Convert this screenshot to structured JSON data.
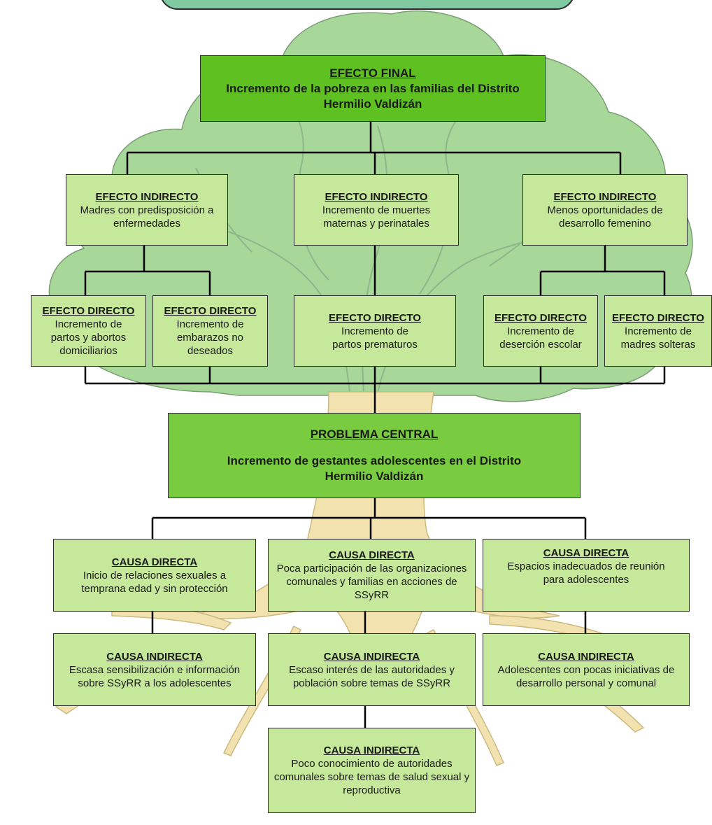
{
  "colors": {
    "box_fill": "#c6e89a",
    "final_fill": "#5fc022",
    "central_fill": "#79cc3f",
    "title_bubble_fill": "#7fcaa0",
    "canopy_fill": "#a8d79a",
    "trunk_fill": "#f2e2b0",
    "line": "#000000"
  },
  "final_effect": {
    "heading": "EFECTO FINAL",
    "text": "Incremento de la pobreza en las familias del Distrito Hermilio Valdizán"
  },
  "indirect_effects": [
    {
      "heading": "EFECTO INDIRECTO",
      "text": "Madres con predisposición a enfermedades"
    },
    {
      "heading": "EFECTO INDIRECTO",
      "text": "Incremento de muertes maternas y perinatales"
    },
    {
      "heading": "EFECTO INDIRECTO",
      "text": "Menos oportunidades de desarrollo femenino"
    }
  ],
  "direct_effects": [
    {
      "heading": "EFECTO DIRECTO",
      "text": "Incremento de partos y abortos domiciliarios"
    },
    {
      "heading": "EFECTO DIRECTO",
      "text": "Incremento de embarazos no deseados"
    },
    {
      "heading": "EFECTO DIRECTO",
      "text": "Incremento de partos prematuros"
    },
    {
      "heading": "EFECTO DIRECTO",
      "text": "Incremento de deserción escolar"
    },
    {
      "heading": "EFECTO DIRECTO",
      "text": "Incremento de madres solteras"
    }
  ],
  "central_problem": {
    "heading": "PROBLEMA CENTRAL",
    "text": "Incremento de gestantes adolescentes en el Distrito Hermilio Valdizán"
  },
  "direct_causes": [
    {
      "heading": "CAUSA DIRECTA",
      "text": "Inicio de relaciones sexuales a temprana edad y sin protección"
    },
    {
      "heading": "CAUSA DIRECTA",
      "text": "Poca participación de las organizaciones comunales y familias en acciones de SSyRR"
    },
    {
      "heading": "CAUSA DIRECTA",
      "text": "Espacios inadecuados de reunión para adolescentes"
    }
  ],
  "indirect_causes": [
    {
      "heading": "CAUSA INDIRECTA",
      "text": "Escasa sensibilización e información sobre SSyRR a los adolescentes"
    },
    {
      "heading": "CAUSA INDIRECTA",
      "text": "Escaso interés de las autoridades y población sobre temas de SSyRR"
    },
    {
      "heading": "CAUSA INDIRECTA",
      "text": "Adolescentes con pocas iniciativas de desarrollo personal y comunal"
    },
    {
      "heading": "CAUSA INDIRECTA",
      "text": "Poco conocimiento de autoridades comunales sobre temas de salud sexual y reproductiva"
    }
  ]
}
